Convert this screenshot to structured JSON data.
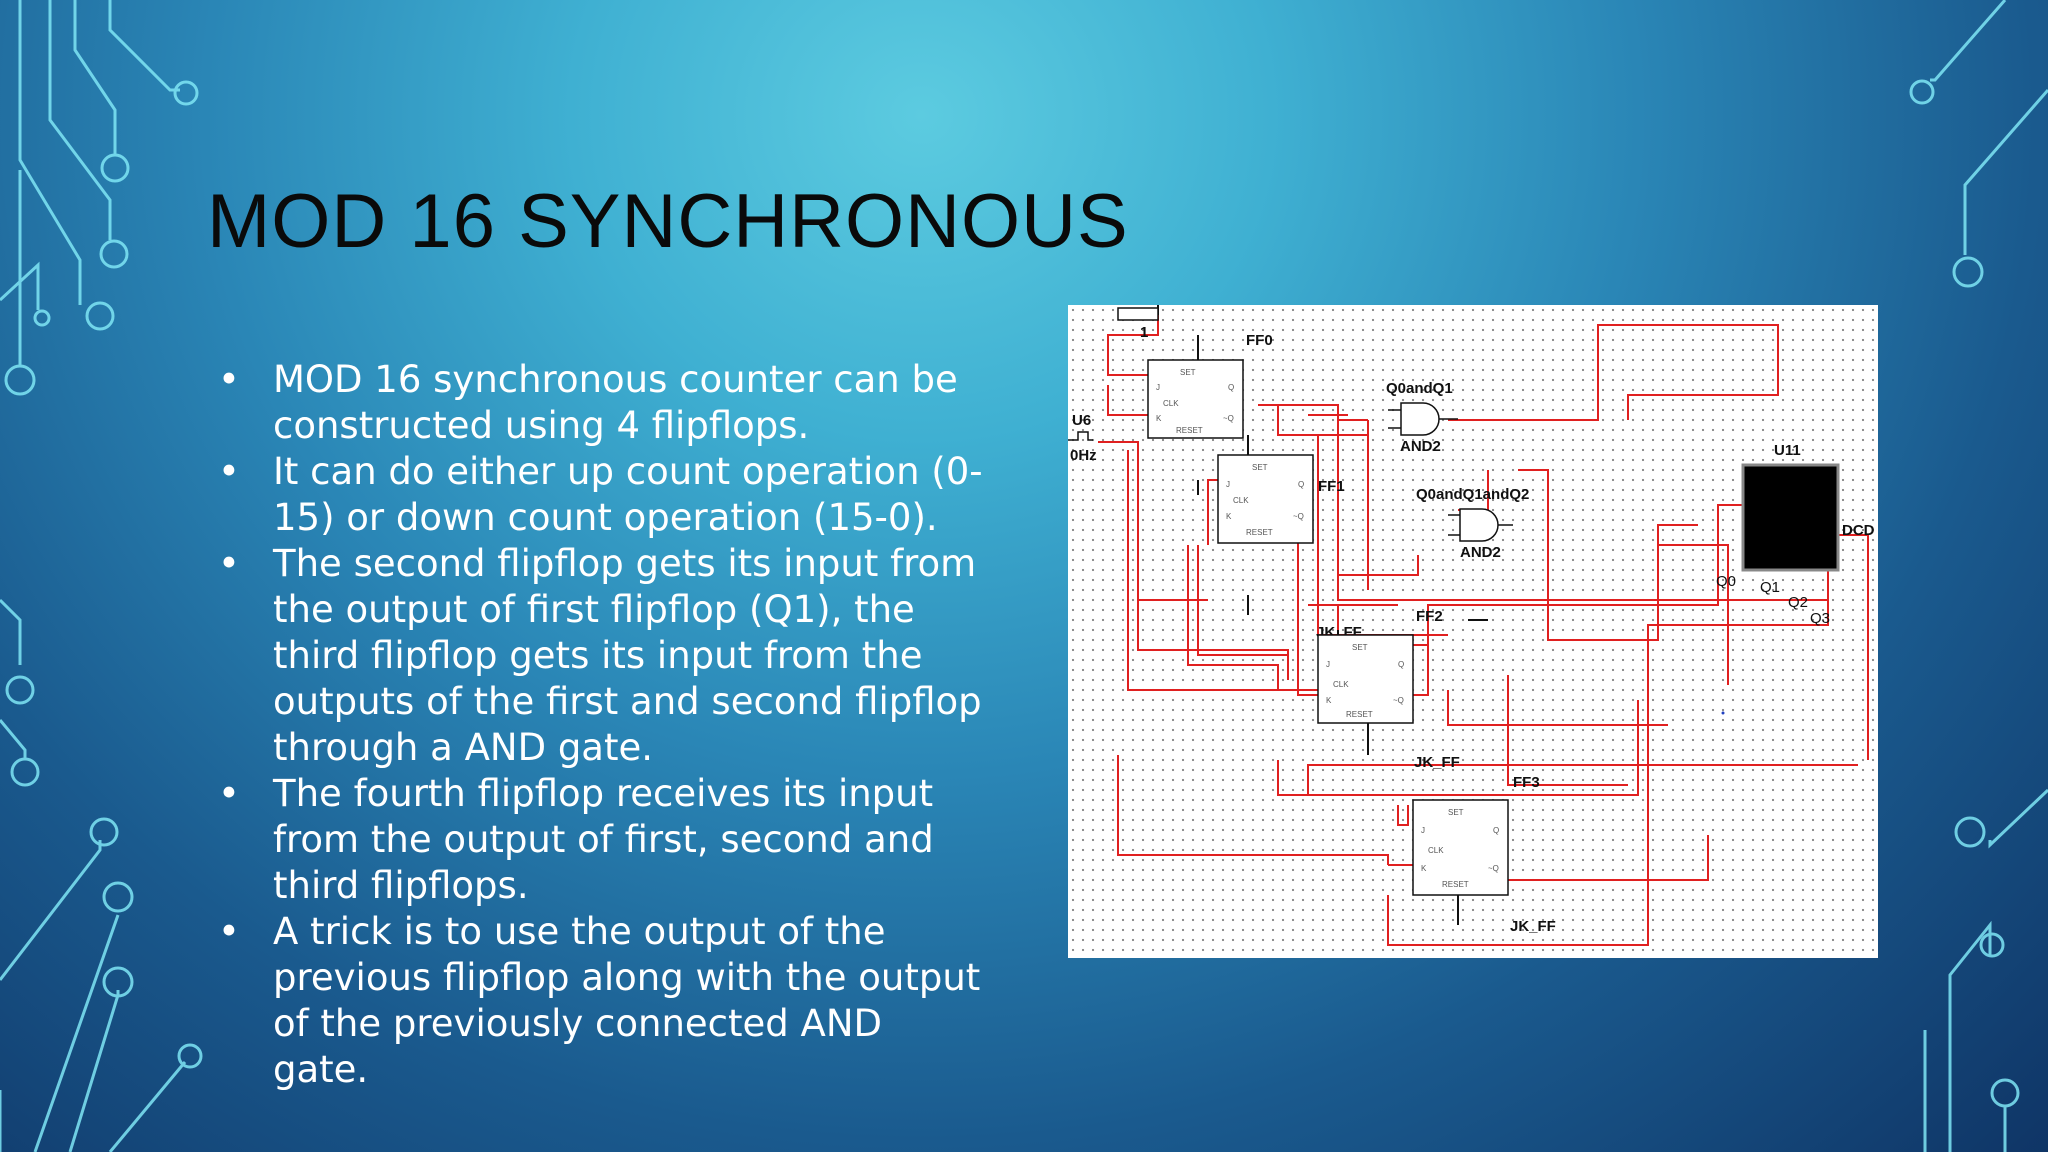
{
  "slide": {
    "title": "MOD 16 SYNCHRONOUS",
    "bullets": [
      "MOD 16 synchronous counter can be constructed using 4 flipflops.",
      "It can do either up count operation (0-15) or down count operation (15-0).",
      "The second flipflop gets its input from the output of first flipflop (Q1), the third flipflop gets its input from the outputs of the first and second flipflop through a AND gate.",
      "The fourth flipflop receives its input from the output of first, second and third flipflops.",
      "A trick is to use the output of the previous flipflop along with the output of the previously connected AND gate."
    ],
    "bullet_symbol": "•"
  },
  "circuit": {
    "source_value": "1",
    "clock_label": "U6",
    "clock_freq": "0Hz",
    "flipflops": [
      {
        "name": "FF0",
        "type": "JK_FF"
      },
      {
        "name": "FF1",
        "type": "JK_FF"
      },
      {
        "name": "FF2",
        "type": "JK_FF"
      },
      {
        "name": "FF3",
        "type": "JK_FF"
      }
    ],
    "gates": [
      {
        "name": "Q0andQ1",
        "type": "AND2"
      },
      {
        "name": "Q0andQ1andQ2",
        "type": "AND2"
      }
    ],
    "display": {
      "name": "U11",
      "label": "DCD",
      "inputs": [
        "Q0",
        "Q1",
        "Q2",
        "Q3"
      ]
    },
    "pin_labels": {
      "set": "SET",
      "reset": "RESET",
      "clk": "CLK",
      "j": "J",
      "k": "K",
      "q": "Q",
      "qbar": "~Q"
    },
    "wire_color": "#e02020",
    "display_color": "#000000"
  }
}
